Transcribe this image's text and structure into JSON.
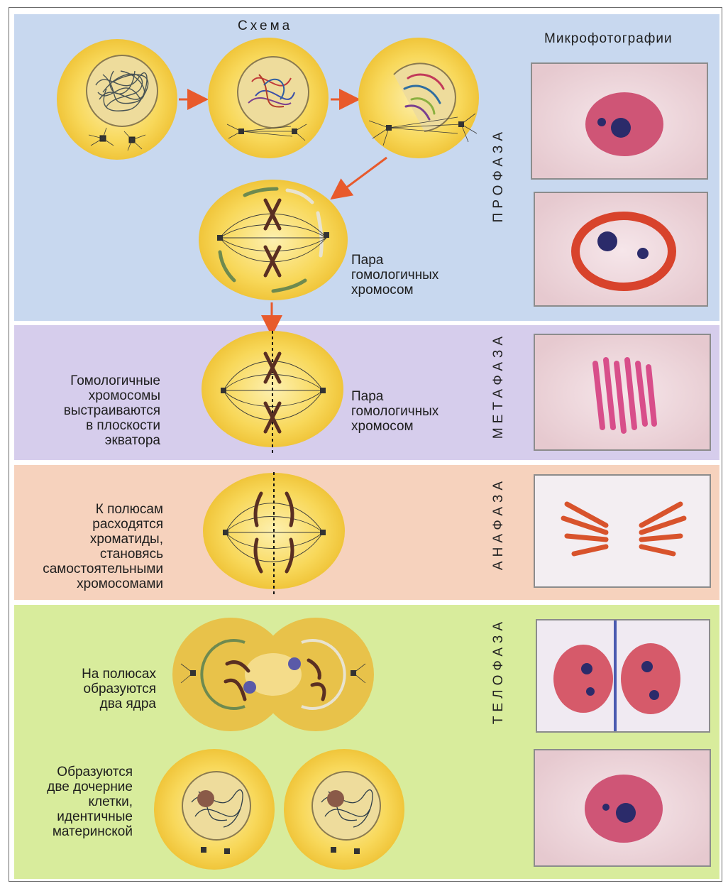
{
  "header": {
    "scheme_title": "Схема",
    "photos_title": "Микрофотографии"
  },
  "phases": {
    "prophase": "ПРОФАЗА",
    "metaphase": "МЕТАФАЗА",
    "anaphase": "АНАФАЗА",
    "telophase": "ТЕЛОФАЗА"
  },
  "captions": {
    "prophase_pair": [
      "Пара",
      "гомологичных",
      "хромосом"
    ],
    "metaphase_left": [
      "Гомологичные",
      "хромосомы",
      "выстраиваются",
      "в плоскости",
      "экватора"
    ],
    "metaphase_pair": [
      "Пара",
      "гомологичных",
      "хромосом"
    ],
    "anaphase": [
      "К полюсам",
      "расходятся",
      "хроматиды,",
      "становясь",
      "самостоятельными",
      "хромосомами"
    ],
    "telophase_nuclei": [
      "На полюсах",
      "образуются",
      "два ядра"
    ],
    "telophase_cells": [
      "Образуются",
      "две дочерние",
      "клетки,",
      "идентичные",
      "материнской"
    ]
  },
  "colors": {
    "cell_fill": "#f7d34c",
    "cell_center": "#fbe79a",
    "nucleus": "#efdfa0",
    "arrow": "#e85a2c",
    "chromosome": "#5a2f22",
    "prophase_bg": "#c8d8ef",
    "metaphase_bg": "#d6cdec",
    "anaphase_bg": "#f6d2bd",
    "telophase_bg": "#d8ec9c"
  }
}
